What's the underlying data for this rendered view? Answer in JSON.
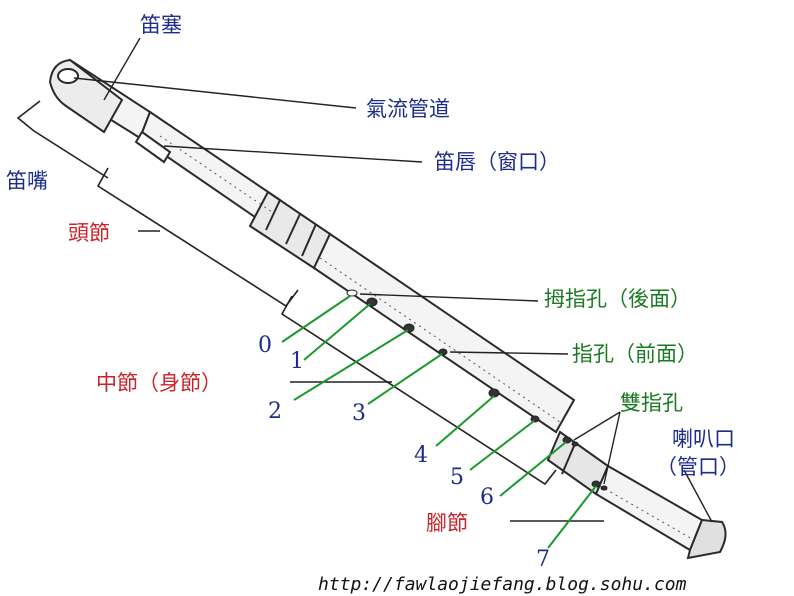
{
  "labels": {
    "fipple": "笛塞",
    "windway": "氣流管道",
    "labium": "笛唇（窗口）",
    "mouthpiece": "笛嘴",
    "head_joint": "頭節",
    "thumb_hole": "拇指孔（後面）",
    "finger_holes": "指孔（前面）",
    "middle_joint": "中節（身節）",
    "double_holes": "雙指孔",
    "bell_line1": "喇叭口",
    "bell_line2": "（管口）",
    "foot_joint": "腳節"
  },
  "hole_numbers": [
    "0",
    "1",
    "2",
    "3",
    "4",
    "5",
    "6",
    "7"
  ],
  "watermark": "http://fawlaojiefang.blog.sohu.com",
  "colors": {
    "navy": "#1c2d8c",
    "red": "#c8242a",
    "green": "#1a7a22",
    "outline": "#2a2a2a"
  }
}
